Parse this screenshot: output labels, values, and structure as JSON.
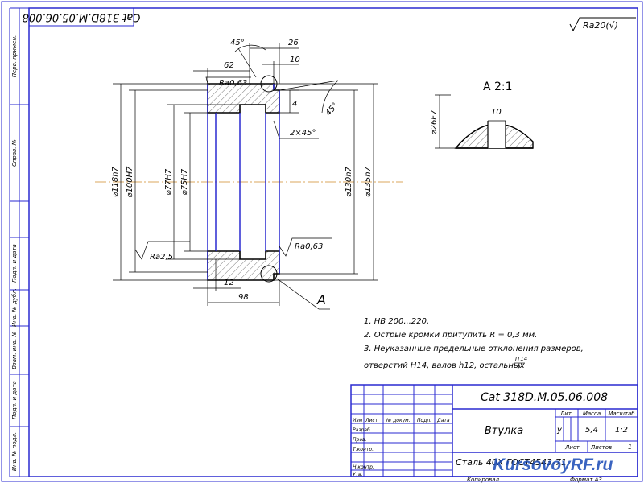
{
  "doc_code_rotated": "Cat 318D.M.05.06.008",
  "side_labels": [
    "Перв. примен.",
    "Справ. №",
    "Подп. и дата",
    "Инв. № дубл.",
    "Взам. инв. №",
    "Подп. и дата",
    "Инв. № подл."
  ],
  "roughness_general": "Ra20(√)",
  "dimensions": {
    "angle_top": "45°",
    "d26": "26",
    "d10": "10",
    "d62": "62",
    "ra_top": "Ra0,63",
    "d4": "4",
    "chamfer": "2×45°",
    "angle_right": "45°",
    "dia_118": "⌀118h7",
    "dia_100": "⌀100H7",
    "dia_77": "⌀77H7",
    "dia_75": "⌀75H7",
    "dia_130": "⌀130h7",
    "dia_135": "⌀135h7",
    "ra_left": "Ra2,5",
    "ra_right": "Ra0,63",
    "d12": "12",
    "d98": "98",
    "callout": "A"
  },
  "detail": {
    "title": "A 2:1",
    "width": "10",
    "dia": "⌀26F7"
  },
  "notes": [
    "1. HB 200...220.",
    "2. Острые кромки притупить R = 0,3 мм.",
    "3. Неуказанные предельные отклонения размеров,",
    "отверстий H14, валов h12, остальных"
  ],
  "notes_fraction": {
    "num": "IT14",
    "den": "2"
  },
  "title_block": {
    "designation": "Cat 318D.M.05.06.008",
    "part_name": "Втулка",
    "material": "Сталь 40Х ГОСТ4543-71",
    "lit_header": "Лит.",
    "mass_header": "Масса",
    "scale_header": "Масштаб",
    "lit_value": "у",
    "mass_value": "5,4",
    "scale_value": "1:2",
    "sheet_label": "Лист",
    "sheets_label": "Листов",
    "sheets_value": "1",
    "col_headers": [
      "Изм",
      "Лист",
      "№ докум.",
      "Подп.",
      "Дата"
    ],
    "rows": [
      "Разраб.",
      "Пров.",
      "Т.контр.",
      "",
      "Н.контр.",
      "Утв."
    ],
    "copied": "Копировал",
    "format": "Формат A3"
  },
  "watermark": "KursovoyRF.ru"
}
